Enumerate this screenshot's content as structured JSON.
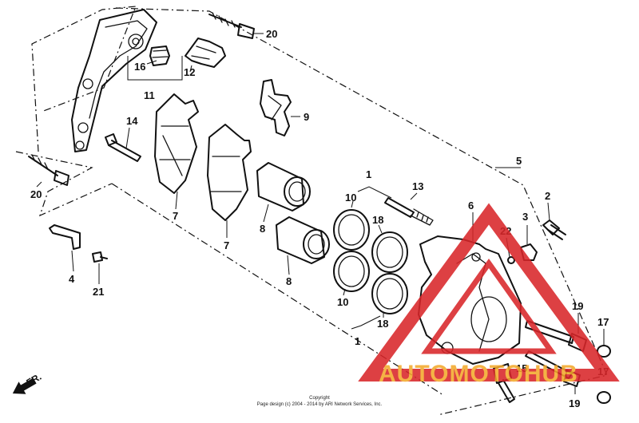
{
  "diagram": {
    "callouts": [
      "20",
      "16",
      "12",
      "11",
      "14",
      "9",
      "7",
      "7",
      "8",
      "8",
      "1",
      "10",
      "18",
      "10",
      "18",
      "1",
      "13",
      "5",
      "6",
      "2",
      "3",
      "22",
      "19",
      "17",
      "17",
      "15",
      "19",
      "20",
      "4",
      "21"
    ],
    "footer": {
      "line1": "Copyright",
      "line2": "Page design (c) 2004 - 2014 by ARI Network Services, Inc."
    },
    "direction_label": "FR.",
    "watermark": {
      "text": "AUTOMOTOHUB",
      "colors": {
        "triangle": "#d9262a",
        "text_primary": "#f3a92c",
        "text_secondary": "#f6c56a"
      }
    }
  }
}
